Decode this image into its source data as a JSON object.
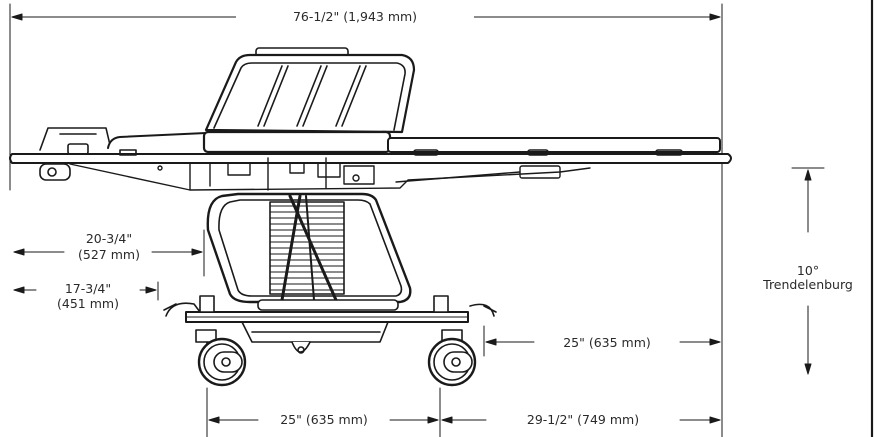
{
  "dimensions": {
    "overall_length": "76-1/2\" (1,943 mm)",
    "clearance_1_in": "20-3/4\"",
    "clearance_1_mm": "(527 mm)",
    "clearance_2_in": "17-3/4\"",
    "clearance_2_mm": "(451 mm)",
    "wheelbase_upper": "25\" (635 mm)",
    "wheelbase_lower": "25\" (635 mm)",
    "foot_overhang": "29-1/2\" (749 mm)",
    "tilt_angle": "10°",
    "tilt_label": "Trendelenburg"
  }
}
